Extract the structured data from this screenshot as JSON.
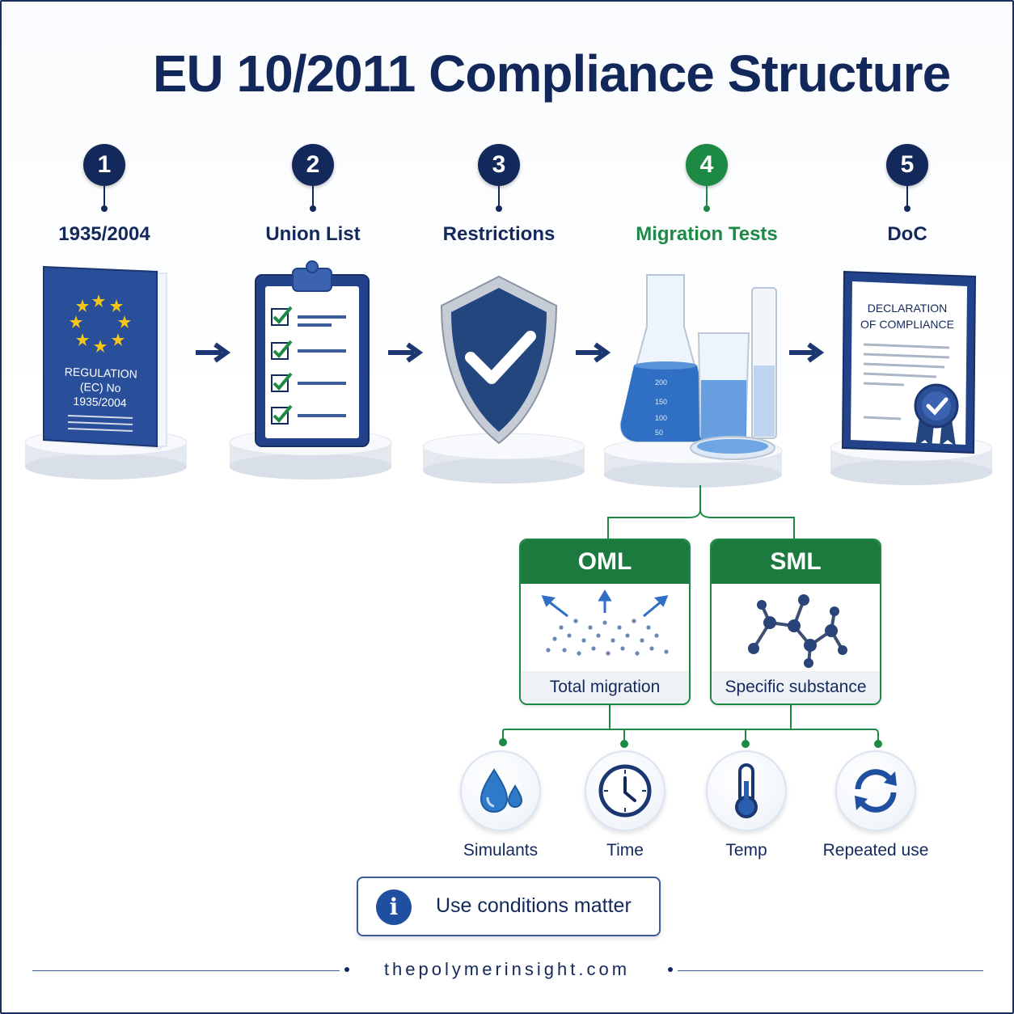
{
  "title": "EU 10/2011 Compliance Structure",
  "steps": [
    {
      "num": "1",
      "label": "1935/2004"
    },
    {
      "num": "2",
      "label": "Union List"
    },
    {
      "num": "3",
      "label": "Restrictions"
    },
    {
      "num": "4",
      "label": "Migration Tests"
    },
    {
      "num": "5",
      "label": "DoC"
    }
  ],
  "book": {
    "line1": "REGULATION",
    "line2": "(EC) No",
    "line3": "1935/2004"
  },
  "beaker_marks": [
    "200",
    "150",
    "100",
    "50"
  ],
  "doc": {
    "line1": "DECLARATION",
    "line2": "OF COMPLIANCE"
  },
  "limits": [
    {
      "head": "OML",
      "foot": "Total migration"
    },
    {
      "head": "SML",
      "foot": "Specific substance"
    }
  ],
  "conditions": [
    {
      "label": "Simulants",
      "icon": "droplets-icon"
    },
    {
      "label": "Time",
      "icon": "clock-icon"
    },
    {
      "label": "Temp",
      "icon": "thermometer-icon"
    },
    {
      "label": "Repeated use",
      "icon": "cycle-icon"
    }
  ],
  "note": {
    "icon": "info-icon",
    "text": "Use conditions matter"
  },
  "footer": "thepolymerinsight.com",
  "colors": {
    "navy": "#14295b",
    "green": "#1c8a45",
    "blue": "#1f4fa0"
  }
}
